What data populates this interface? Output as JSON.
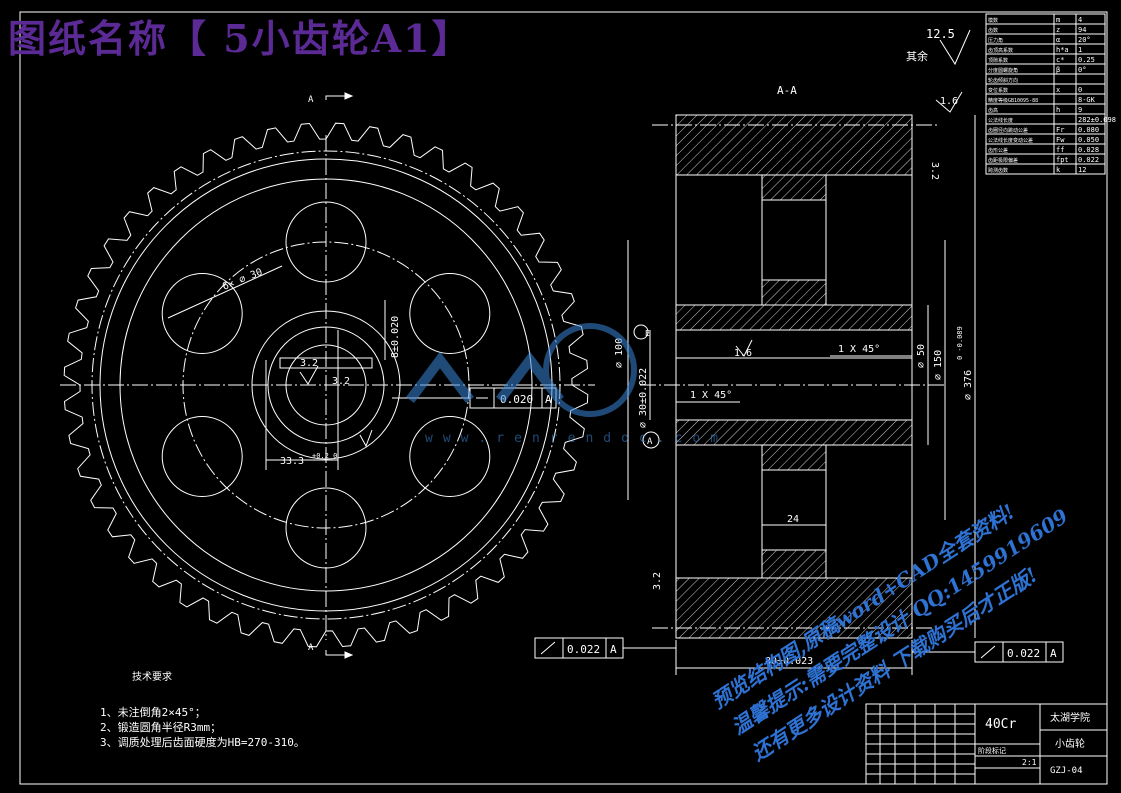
{
  "title": "图纸名称【 5小齿轮A1】",
  "roughness": {
    "value": "12.5",
    "label": "其余"
  },
  "section_label": "A-A",
  "cut_marker": "A",
  "gear_dims": {
    "holes": "6× ∅ 30",
    "key_width": "8±0.020",
    "key_depth": "33.3",
    "key_tol": "+0.2 0",
    "rough_3_2": "3.2",
    "circ_tol": "0.020",
    "datum": "A"
  },
  "section_dims": {
    "rough_1_6": "1.6",
    "d100": "∅ 100",
    "d30": "∅ 30±0.022",
    "d50": "∅ 50",
    "d150": "∅ 150",
    "d376": "∅ 376",
    "d376_tol": "0 -0.089",
    "chamfer1": "1 X 45°",
    "chamfer2": "1 X 45°",
    "w24": "24",
    "w80": "80±0.023",
    "runout_l": "0.022",
    "runout_r": "0.022",
    "rough_3_2": "3.2",
    "rough_3_2b": "3.2",
    "e_mark": "E",
    "datum_a": "A"
  },
  "param_table": [
    [
      "模数",
      "m",
      "4"
    ],
    [
      "齿数",
      "z",
      "94"
    ],
    [
      "压力角",
      "α",
      "20°"
    ],
    [
      "齿顶高系数",
      "h*a",
      "1"
    ],
    [
      "顶隙系数",
      "c*",
      "0.25"
    ],
    [
      "分度圆螺旋角",
      "β",
      "0°"
    ],
    [
      "轮齿倾斜方向",
      "",
      ""
    ],
    [
      "变位系数",
      "x",
      "0"
    ],
    [
      "精度等级GB10095-88",
      "",
      "8-GK"
    ],
    [
      "齿高",
      "h",
      "9"
    ],
    [
      "公法线长度",
      "",
      "282±0.098"
    ],
    [
      "齿圈径向跳动公差",
      "Fr",
      "0.080"
    ],
    [
      "公法线长度变动公差",
      "Fw",
      "0.050"
    ],
    [
      "齿形公差",
      "ff",
      "0.028"
    ],
    [
      "齿距极限偏差",
      "fpt",
      "0.022"
    ],
    [
      "跨测齿数",
      "k",
      "12"
    ]
  ],
  "notes": {
    "header": "技术要求",
    "items": [
      "1、未注倒角2×45°；",
      "2、锻造圆角半径R3mm；",
      "3、调质处理后齿面硬度为HB=270-310。"
    ]
  },
  "title_block": {
    "material": "40Cr",
    "school": "太湖学院",
    "part_name": "小齿轮",
    "drawing_no": "GZJ-04",
    "scale": "2:1",
    "stage_mark": "阶段标记"
  },
  "watermark": {
    "url": "www.renrendoc.com",
    "lines": [
      "预览结构图,原稿word+CAD全套资料!",
      "温馨提示:需要完整设计 QQ:1459919609",
      "还有更多设计资料 下载购买后才正版!"
    ]
  }
}
